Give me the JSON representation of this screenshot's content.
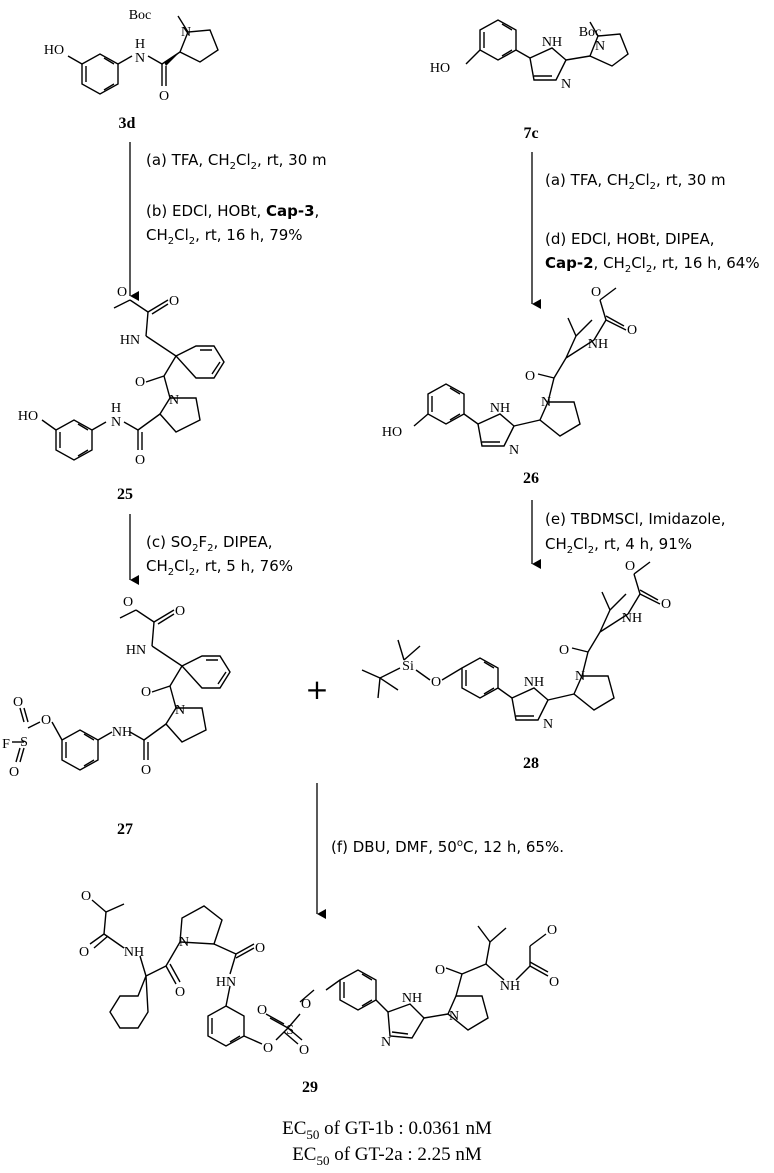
{
  "compounds": {
    "c3d": "3d",
    "c7c": "7c",
    "c25": "25",
    "c26": "26",
    "c27": "27",
    "c28": "28",
    "c29": "29"
  },
  "atoms": {
    "boc": "Boc",
    "ho": "HO",
    "h": "H",
    "n": "N",
    "nh": "NH",
    "hn": "HN",
    "o": "O",
    "s": "S",
    "f": "F",
    "si": "Si",
    "plus": "+"
  },
  "steps": {
    "a1": {
      "text": "(a) TFA, CH",
      "sub1": "2",
      "mid": "Cl",
      "sub2": "2",
      "tail": ", rt, 30 m"
    },
    "b1": {
      "pre": "(b) EDCl, HOBt, ",
      "bold": "Cap-3",
      "post": ","
    },
    "b2": {
      "text": "CH",
      "sub1": "2",
      "mid": "Cl",
      "sub2": "2",
      "tail": ", rt, 16 h, 79%"
    },
    "a2": {
      "text": "(a) TFA, CH",
      "sub1": "2",
      "mid": "Cl",
      "sub2": "2",
      "tail": ", rt, 30 m"
    },
    "d1": "(d) EDCl, HOBt, DIPEA,",
    "d2": {
      "bold": "Cap-2",
      "text": ", CH",
      "sub1": "2",
      "mid": "Cl",
      "sub2": "2",
      "tail": ", rt, 16 h, 64%"
    },
    "c1": {
      "text": "(c) SO",
      "sub1": "2",
      "mid": "F",
      "sub2": "2",
      "tail": ", DIPEA,"
    },
    "c2": {
      "text": "CH",
      "sub1": "2",
      "mid": "Cl",
      "sub2": "2",
      "tail": ", rt, 5 h, 76%"
    },
    "e1": "(e) TBDMSCl, Imidazole,",
    "e2": {
      "text": "CH",
      "sub1": "2",
      "mid": "Cl",
      "sub2": "2",
      "tail": ", rt, 4 h, 91%"
    },
    "f1": {
      "text": "(f) DBU, DMF, 50",
      "sup": "o",
      "tail": "C, 12 h, 65%."
    }
  },
  "ec50": {
    "line1": {
      "pre": "EC",
      "sub": "50",
      "post": " of GT-1b : 0.0361 nM"
    },
    "line2": {
      "pre": "EC",
      "sub": "50",
      "post": " of GT-2a : 2.25 nM"
    }
  }
}
